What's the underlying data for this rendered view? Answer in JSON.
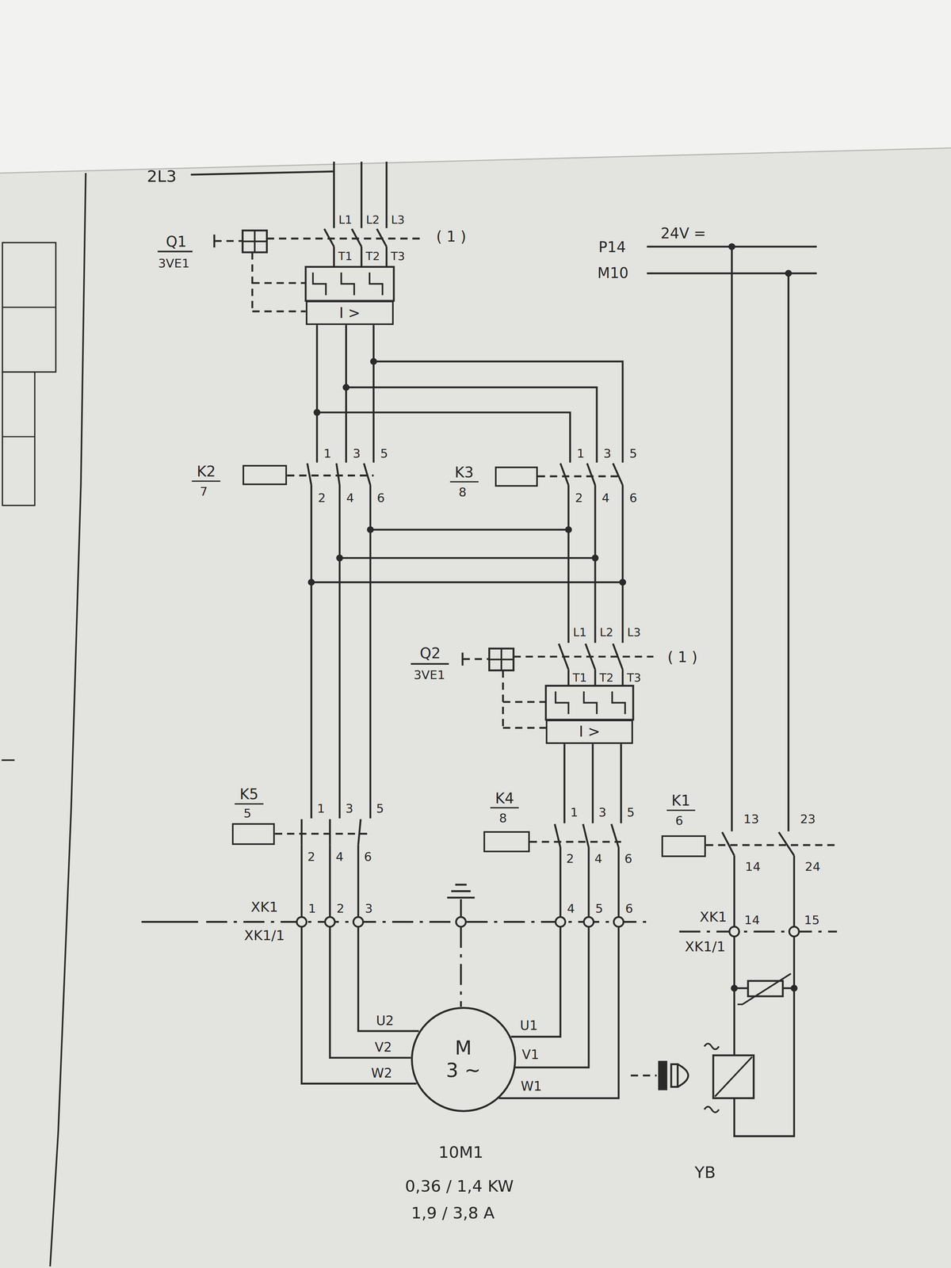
{
  "diagram": {
    "nodes": [
      {
        "text": [
          "I >"
        ]
      },
      {
        "text": [
          "K2",
          "7"
        ]
      },
      {
        "text": [
          "K3",
          "8"
        ]
      },
      {
        "text": [
          "I >"
        ]
      },
      {
        "text": [
          "K5",
          "5"
        ]
      },
      {
        "text": [
          "K4",
          "8"
        ]
      },
      {
        "text": [
          "K1",
          "6"
        ]
      },
      {
        "text": [
          "M",
          "3 ~"
        ]
      }
    ],
    "labels": [
      "2L3",
      "Q1",
      "3VE1",
      "L1",
      "L2",
      "L3",
      "T1",
      "T2",
      "T3",
      "( 1 )",
      "P14",
      "24V =",
      "M10",
      "1",
      "3",
      "5",
      "2",
      "4",
      "6",
      "1",
      "3",
      "5",
      "2",
      "4",
      "6",
      "L1",
      "L2",
      "L3",
      "Q2",
      "3VE1",
      "T1",
      "T2",
      "T3",
      "( 1 )",
      "1",
      "3",
      "5",
      "2",
      "4",
      "6",
      "1",
      "3",
      "5",
      "2",
      "4",
      "6",
      "13",
      "23",
      "14",
      "24",
      "XK1",
      "XK1/1",
      "1",
      "2",
      "3",
      "4",
      "5",
      "6",
      "XK1",
      "XK1/1",
      "14",
      "15",
      "U2",
      "V2",
      "W2",
      "U1",
      "V1",
      "W1",
      "10M1",
      "0,36 / 1,4 KW",
      "1,9 / 3,8 A",
      "YB"
    ]
  }
}
